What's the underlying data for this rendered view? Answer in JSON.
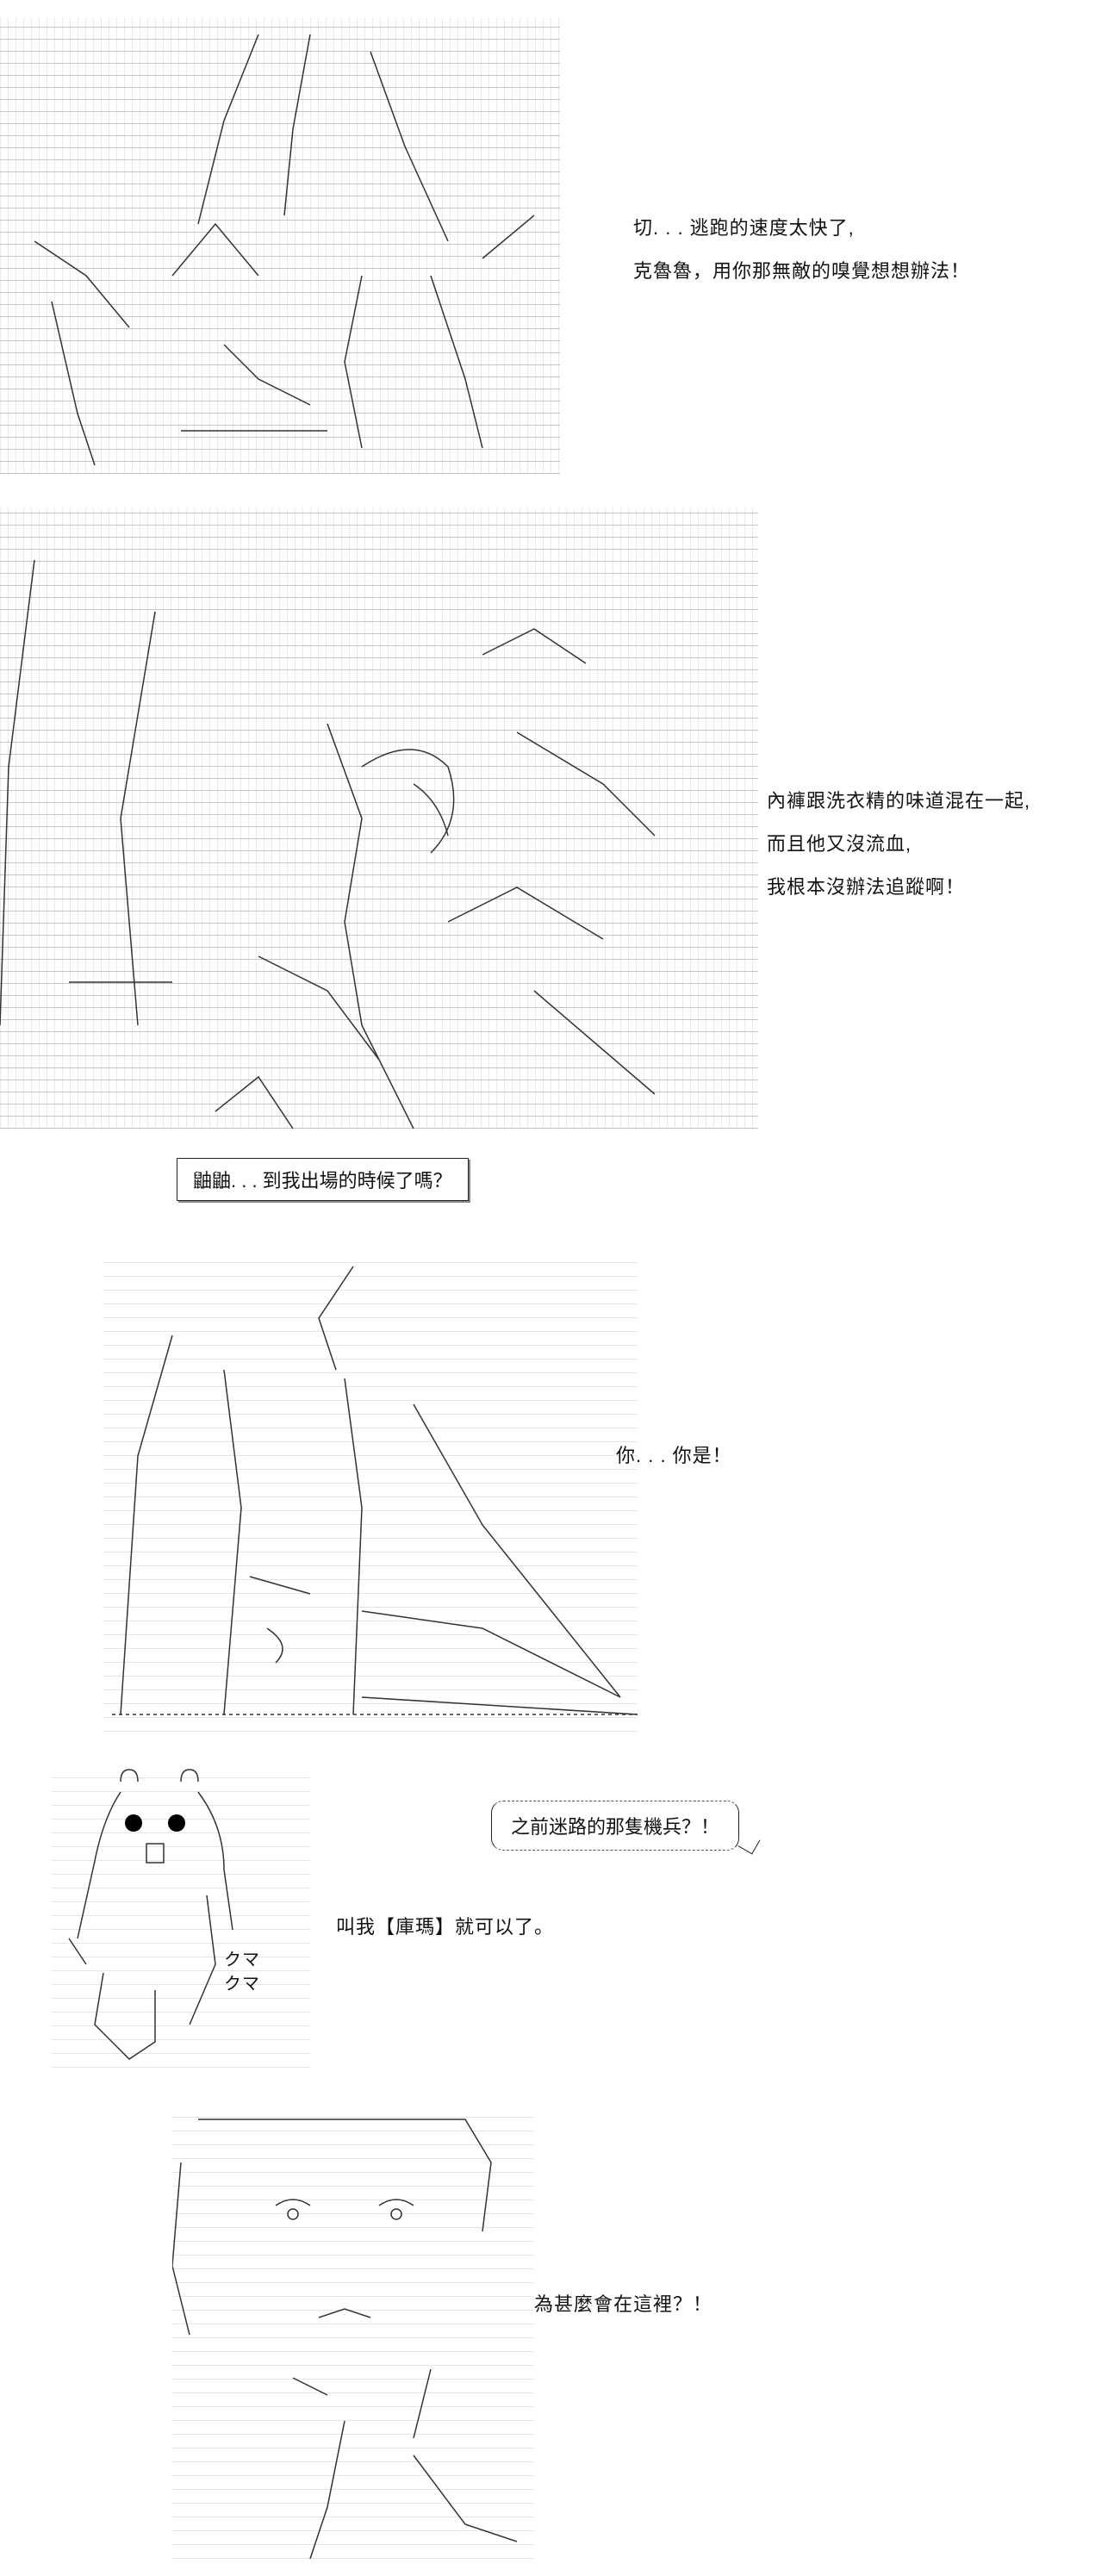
{
  "panel1": {
    "lines": [
      "切. . . 逃跑的速度太快了,",
      "克魯魯，用你那無敵的嗅覺想想辦法！"
    ]
  },
  "panel2": {
    "lines": [
      "內褲跟洗衣精的味道混在一起,",
      "而且他又沒流血,",
      "我根本沒辦法追蹤啊！"
    ]
  },
  "panel3": {
    "box_text": "鼬鼬. . . 到我出場的時候了嗎？"
  },
  "panel4": {
    "line": "你. . . 你是！"
  },
  "panel5": {
    "bubble_text": "之前迷路的那隻機兵？！",
    "line": "叫我【庫瑪】就可以了。",
    "kuma_1": "クマ",
    "kuma_2": "クマ"
  },
  "panel6": {
    "line": "為甚麼會在這裡？！"
  }
}
